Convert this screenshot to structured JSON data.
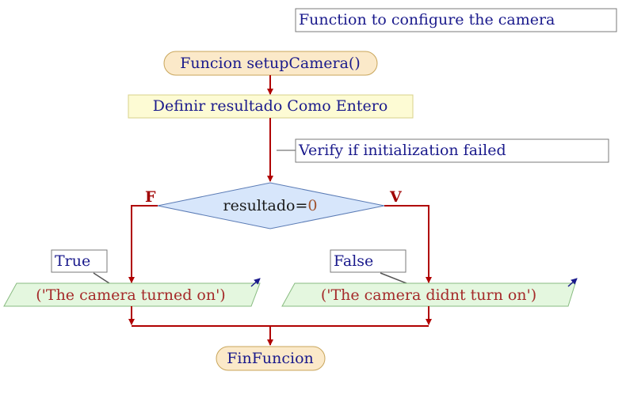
{
  "comments": {
    "top": "Function to configure the camera",
    "verify": "Verify if initialization failed",
    "true_note": "True",
    "false_note": "False"
  },
  "nodes": {
    "start": "Funcion setupCamera()",
    "define": "Definir resultado Como Entero",
    "decision_var": "resultado",
    "decision_op": "=",
    "decision_num": "0",
    "out_left": "('The camera turned on')",
    "out_right": "('The camera didnt turn on')",
    "end": "FinFuncion"
  },
  "branch_labels": {
    "false": "F",
    "true": "V"
  },
  "colors": {
    "flow_line": "#b00000",
    "terminal_fill": "#fbe9c9",
    "terminal_stroke": "#c8a55a",
    "process_fill": "#fdfbd4",
    "process_stroke": "#d8d08a",
    "decision_fill": "#d7e6fb",
    "decision_stroke": "#5a7bb5",
    "output_fill": "#e4f7df",
    "output_stroke": "#88bb80",
    "comment_stroke": "#7a7a7a",
    "keyword_text": "#1a1a8c",
    "string_text": "#a52a2a"
  },
  "icons": [
    "output-arrow-icon"
  ]
}
